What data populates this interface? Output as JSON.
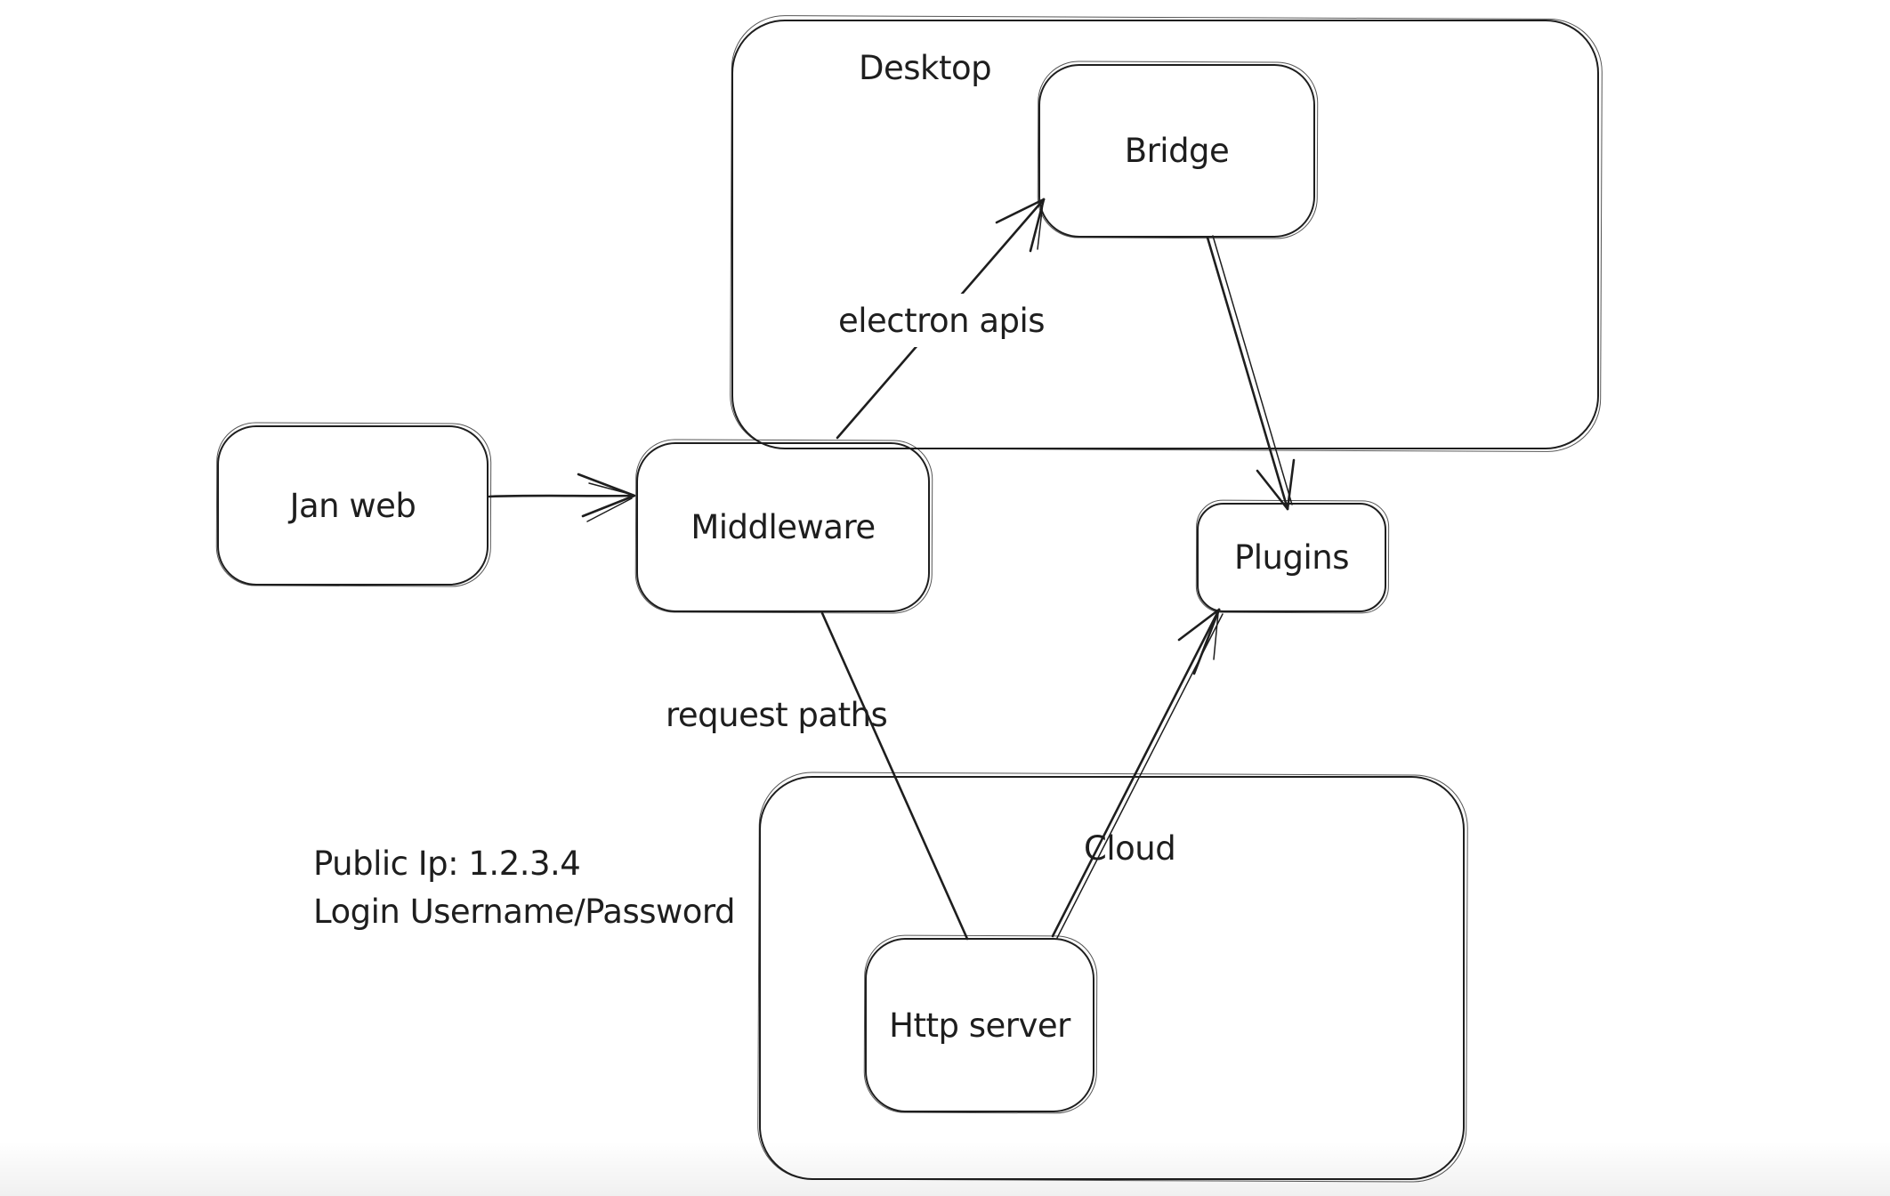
{
  "diagram": {
    "background": "#ffffff",
    "stroke_color": "#1e1e1e",
    "containers": [
      {
        "id": "desktop",
        "label": "Desktop"
      },
      {
        "id": "cloud",
        "label": "Cloud"
      }
    ],
    "nodes": [
      {
        "id": "jan-web",
        "label": "Jan web"
      },
      {
        "id": "middleware",
        "label": "Middleware"
      },
      {
        "id": "bridge",
        "label": "Bridge"
      },
      {
        "id": "plugins",
        "label": "Plugins"
      },
      {
        "id": "http-server",
        "label": "Http server"
      }
    ],
    "edges": [
      {
        "id": "jan-web-to-middleware",
        "from": "Jan web",
        "to": "Middleware",
        "label": ""
      },
      {
        "id": "middleware-to-bridge",
        "from": "Middleware",
        "to": "Bridge",
        "label": "electron apis"
      },
      {
        "id": "bridge-to-plugins",
        "from": "Bridge",
        "to": "Plugins",
        "label": ""
      },
      {
        "id": "middleware-to-http-server",
        "from": "Middleware",
        "to": "Http server",
        "label": "request paths"
      },
      {
        "id": "http-server-to-plugins",
        "from": "Http server",
        "to": "Plugins",
        "label": ""
      }
    ],
    "note": {
      "line1": "Public Ip: 1.2.3.4",
      "line2": "Login Username/Password"
    }
  }
}
